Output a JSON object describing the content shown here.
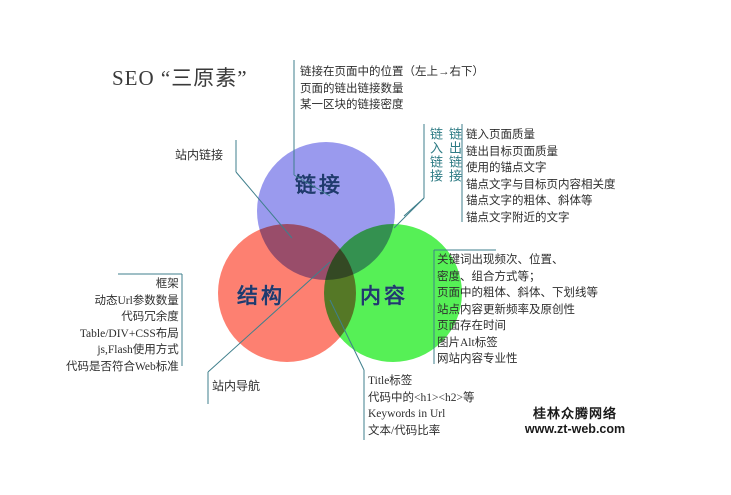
{
  "title": "SEO “三原素”",
  "circles": {
    "link": {
      "label": "链接",
      "color": "#9a9aee"
    },
    "structure": {
      "label": "结构",
      "color": "#fd8071"
    },
    "content": {
      "label": "内容",
      "color": "#56f056"
    }
  },
  "side_labels": {
    "internal_links": "站内链接",
    "site_navigation": "站内导航"
  },
  "vertical_labels": {
    "inbound": "链入链接",
    "outbound": "链出链接"
  },
  "annotations": {
    "link_top": [
      "链接在页面中的位置（左上→右下）",
      "页面的链出链接数量",
      "某一区块的链接密度"
    ],
    "link_right": [
      "链入页面质量",
      "链出目标页面质量",
      "使用的锚点文字",
      "锚点文字与目标页内容相关度",
      "锚点文字的粗体、斜体等",
      "锚点文字附近的文字"
    ],
    "content_right": [
      "关键词出现频次、位置、",
      "密度、组合方式等；",
      "页面中的粗体、斜体、下划线等",
      "站点内容更新频率及原创性",
      "页面存在时间",
      "图片Alt标签",
      "网站内容专业性"
    ],
    "structure_left": [
      "框架",
      "动态Url参数数量",
      "代码冗余度",
      "Table/DIV+CSS布局",
      "js,Flash使用方式",
      "代码是否符合Web标准"
    ],
    "bottom_center": [
      "Title标签",
      "代码中的<h1><h2>等",
      "Keywords in Url",
      "文本/代码比率"
    ]
  },
  "watermark": {
    "name": "桂林众腾网络",
    "url": "www.zt-web.com"
  },
  "colors": {
    "leader_line": "#3f7f8c",
    "label_text": "#1f3a6e",
    "vertical_label": "#2f7c85"
  }
}
